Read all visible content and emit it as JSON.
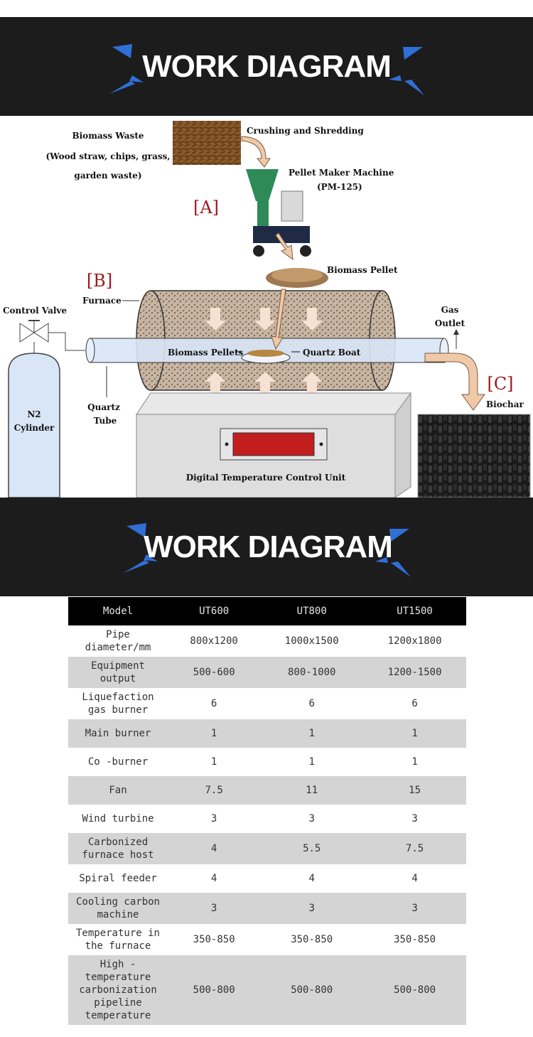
{
  "banners": [
    {
      "title": "WORK DIAGRAM"
    },
    {
      "title": "WORK DIAGRAM"
    }
  ],
  "colors": {
    "banner_bg": "#1c1c1c",
    "accent": "#2f6fd6",
    "table_header_bg": "#000000",
    "table_stripe": "#d4d4d4"
  },
  "diagram": {
    "biomass_waste": "Biomass Waste",
    "biomass_waste_sub1": "(Wood straw, chips, grass,",
    "biomass_waste_sub2": "garden waste)",
    "crushing": "Crushing and Shredding",
    "pellet_maker": "Pellet Maker Machine",
    "pellet_maker_model": "(PM-125)",
    "label_a": "[A]",
    "label_b": "[B]",
    "label_c": "[C]",
    "biomass_pellet": "Biomass Pellet",
    "furnace": "Furnace",
    "control_valve": "Control Valve",
    "gas": "Gas",
    "outlet": "Outlet",
    "biomass_pellets": "Biomass Pellets",
    "quartz_boat": "Quartz Boat",
    "quartz": "Quartz",
    "tube": "Tube",
    "n2": "N2",
    "cylinder": "Cylinder",
    "biochar": "Biochar",
    "control_unit": "Digital Temperature Control Unit"
  },
  "table": {
    "headers": [
      "Model",
      "UT600",
      "UT800",
      "UT1500"
    ],
    "rows": [
      [
        "Pipe diameter/mm",
        "800x1200",
        "1000x1500",
        "1200x1800"
      ],
      [
        "Equipment output",
        "500-600",
        "800-1000",
        "1200-1500"
      ],
      [
        "Liquefaction gas burner",
        "6",
        "6",
        "6"
      ],
      [
        "Main burner",
        "1",
        "1",
        "1"
      ],
      [
        "Co -burner",
        "1",
        "1",
        "1"
      ],
      [
        "Fan",
        "7.5",
        "11",
        "15"
      ],
      [
        "Wind turbine",
        "3",
        "3",
        "3"
      ],
      [
        "Carbonized furnace host",
        "4",
        "5.5",
        "7.5"
      ],
      [
        "Spiral feeder",
        "4",
        "4",
        "4"
      ],
      [
        "Cooling carbon machine",
        "3",
        "3",
        "3"
      ],
      [
        "Temperature in the furnace",
        "350-850",
        "350-850",
        "350-850"
      ],
      [
        "High -temperature carbonization pipeline temperature",
        "500-800",
        "500-800",
        "500-800"
      ]
    ]
  }
}
